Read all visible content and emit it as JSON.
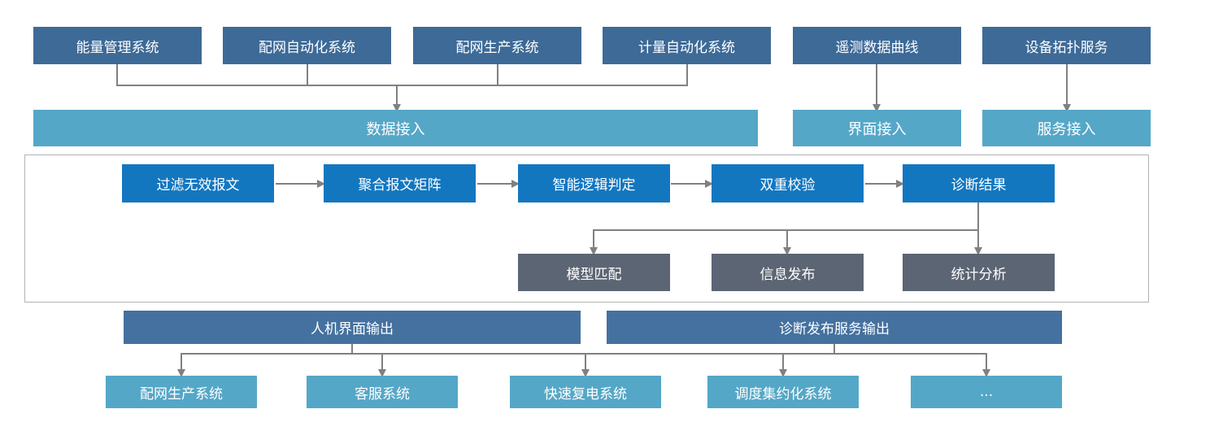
{
  "diagram": {
    "title_semantics": "fault-diagnosis-system-architecture",
    "top_sources": [
      "能量管理系统",
      "配网自动化系统",
      "配网生产系统",
      "计量自动化系统",
      "遥测数据曲线",
      "设备拓扑服务"
    ],
    "access_bars": [
      "数据接入",
      "界面接入",
      "服务接入"
    ],
    "pipeline": [
      "过滤无效报文",
      "聚合报文矩阵",
      "智能逻辑判定",
      "双重校验",
      "诊断结果"
    ],
    "analysis_outputs": [
      "模型匹配",
      "信息发布",
      "统计分析"
    ],
    "output_bars": [
      "人机界面输出",
      "诊断发布服务输出"
    ],
    "bottom_systems": [
      "配网生产系统",
      "客服系统",
      "快速复电系统",
      "调度集约化系统",
      "..."
    ],
    "colors": {
      "source_box": "#3d6a97",
      "access_bar": "#55a7c7",
      "process_box": "#1377c0",
      "result_box": "#5c6573",
      "output_bar": "#44719f",
      "connector": "#808080",
      "container_border": "#b3b3b3"
    }
  }
}
